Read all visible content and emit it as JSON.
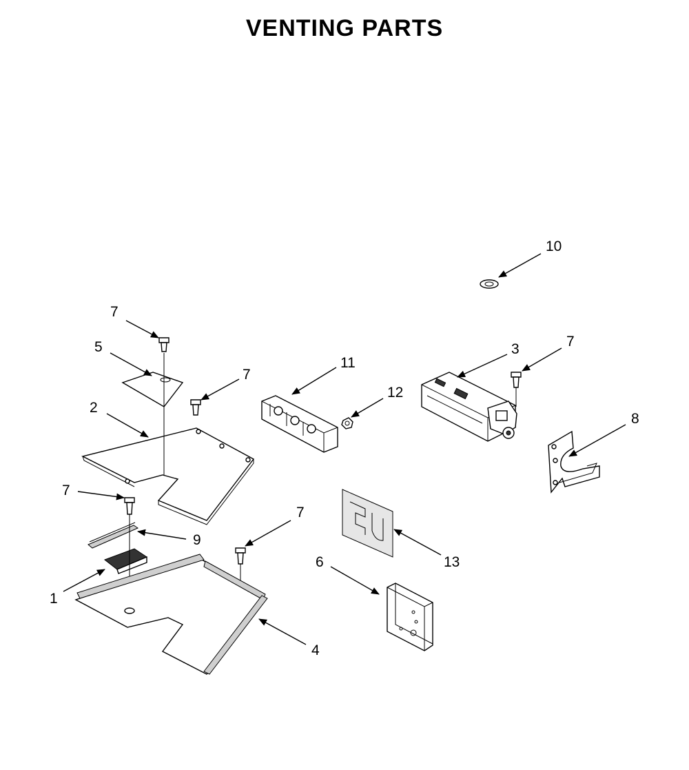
{
  "title": "VENTING PARTS",
  "callouts": {
    "c1": "1",
    "c2": "2",
    "c3": "3",
    "c4": "4",
    "c5": "5",
    "c6": "6",
    "c7a": "7",
    "c7b": "7",
    "c7c": "7",
    "c7d": "7",
    "c7e": "7",
    "c8": "8",
    "c9": "9",
    "c10": "10",
    "c11": "11",
    "c12": "12",
    "c13": "13"
  }
}
